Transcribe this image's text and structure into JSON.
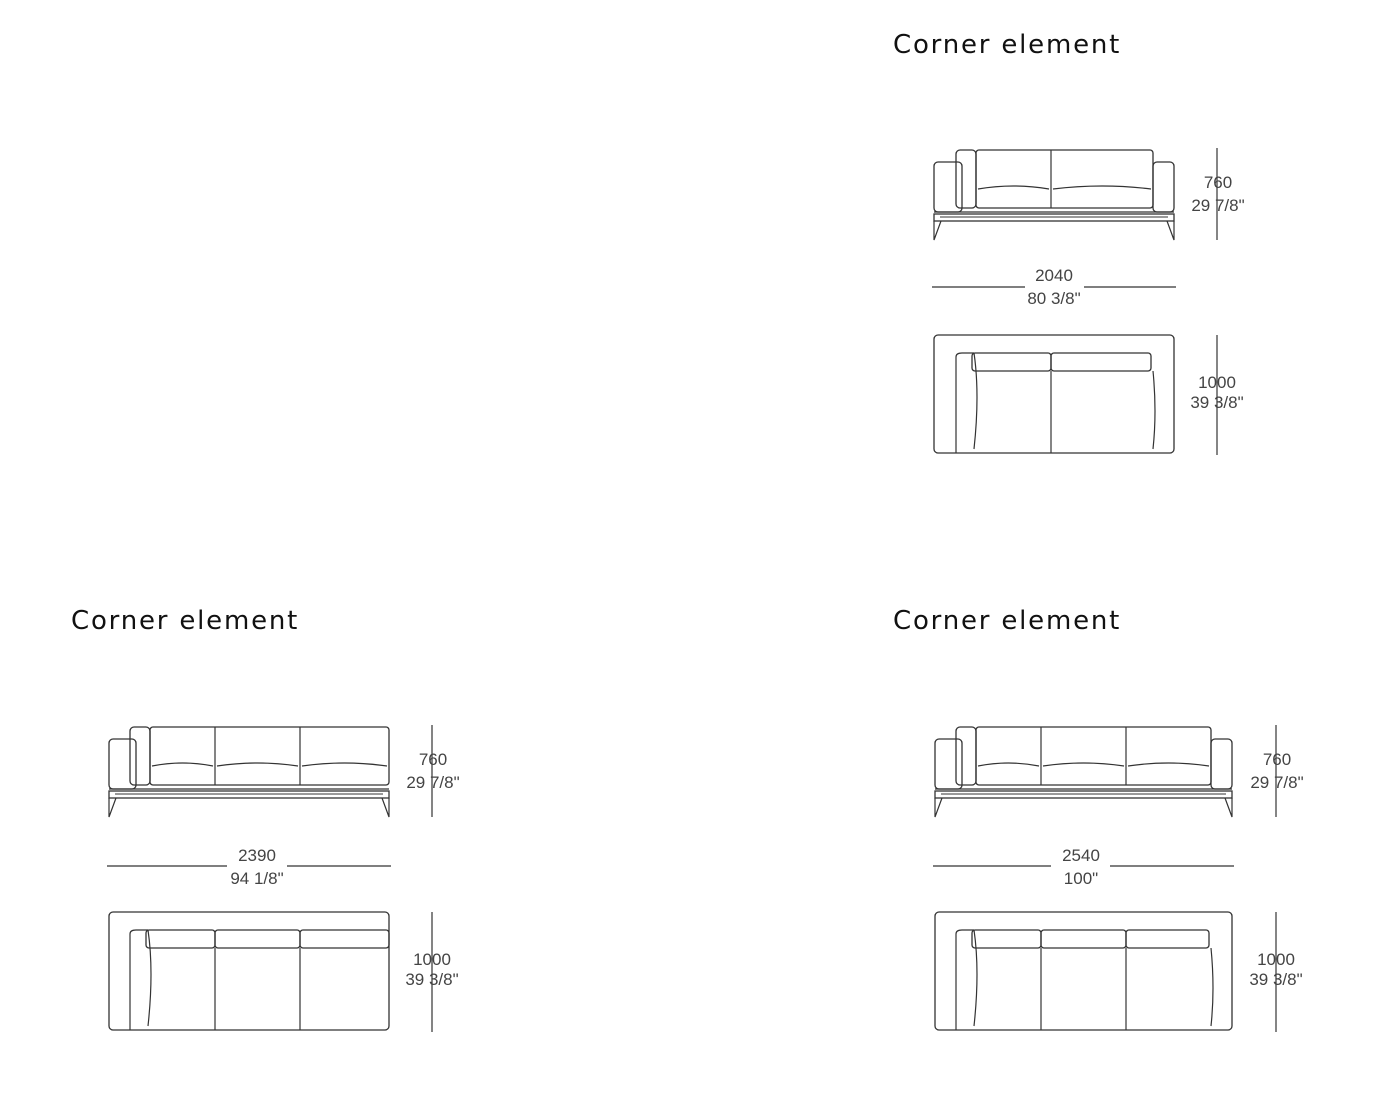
{
  "elements": [
    {
      "title": "Corner element",
      "seats": 2,
      "height": {
        "mm": "760",
        "in": "29 7/8\""
      },
      "width": {
        "mm": "2040",
        "in": "80 3/8\""
      },
      "depth": {
        "mm": "1000",
        "in": "39 3/8\""
      },
      "left_arm": true,
      "right_arm": true
    },
    {
      "title": "Corner element",
      "seats": 3,
      "height": {
        "mm": "760",
        "in": "29 7/8\""
      },
      "width": {
        "mm": "2390",
        "in": "94 1/8\""
      },
      "depth": {
        "mm": "1000",
        "in": "39 3/8\""
      },
      "left_arm": true,
      "right_arm": false
    },
    {
      "title": "Corner element",
      "seats": 3,
      "height": {
        "mm": "760",
        "in": "29 7/8\""
      },
      "width": {
        "mm": "2540",
        "in": "100\""
      },
      "depth": {
        "mm": "1000",
        "in": "39 3/8\""
      },
      "left_arm": true,
      "right_arm": true
    }
  ],
  "colors": {
    "line": "#333333",
    "text": "#444444",
    "title": "#111111"
  }
}
